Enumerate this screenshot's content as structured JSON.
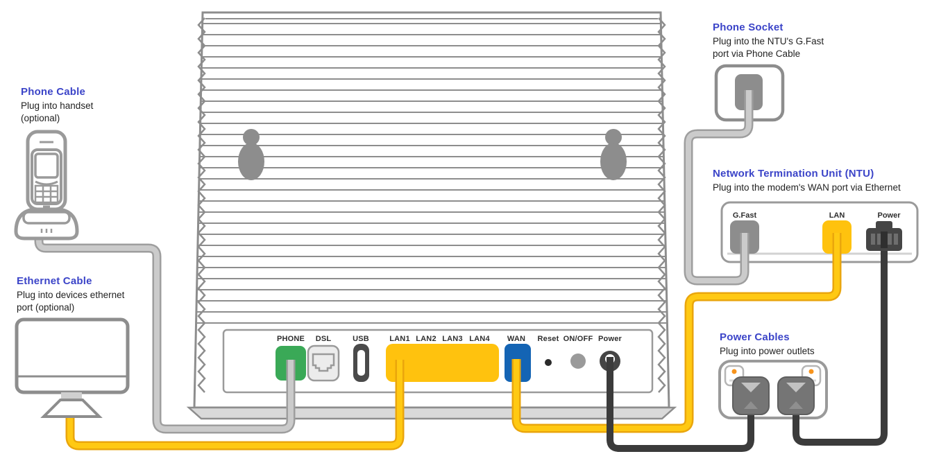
{
  "annotations": {
    "phone_cable": {
      "title": "Phone Cable",
      "desc1": "Plug into handset",
      "desc2": "(optional)"
    },
    "ethernet_cable": {
      "title": "Ethernet Cable",
      "desc1": "Plug into devices ethernet",
      "desc2": "port (optional)"
    },
    "phone_socket": {
      "title": "Phone Socket",
      "desc1": "Plug into the NTU's G.Fast",
      "desc2": "port via Phone Cable"
    },
    "ntu": {
      "title": "Network Termination Unit (NTU)",
      "desc1": "Plug into the modem's WAN port via Ethernet",
      "desc2": ""
    },
    "power_cables": {
      "title": "Power Cables",
      "desc1": "Plug into power outlets",
      "desc2": ""
    }
  },
  "modem": {
    "ports": {
      "phone": "PHONE",
      "dsl": "DSL",
      "usb": "USB",
      "lan1": "LAN1",
      "lan2": "LAN2",
      "lan3": "LAN3",
      "lan4": "LAN4",
      "wan": "WAN",
      "reset": "Reset",
      "onoff": "ON/OFF",
      "power": "Power"
    }
  },
  "ntu": {
    "ports": {
      "gfast": "G.Fast",
      "lan": "LAN",
      "power": "Power"
    }
  },
  "colors": {
    "accent_blue": "#3b44c8",
    "phone_port_green": "#3aa957",
    "dsl_port_gray": "#ececec",
    "lan_yellow": "#ffc20e",
    "wan_blue": "#1464b4",
    "usb_dark": "#4a4a4a",
    "cable_gray_core": "#cbcbcb",
    "cable_gray_edge": "#9e9e9e",
    "cable_yellow_core": "#ffc913",
    "cable_yellow_edge": "#eaa60c",
    "cable_black": "#3b3b3b",
    "device_outline": "#8d8d8d",
    "switch_dot_orange": "#f7941d"
  }
}
